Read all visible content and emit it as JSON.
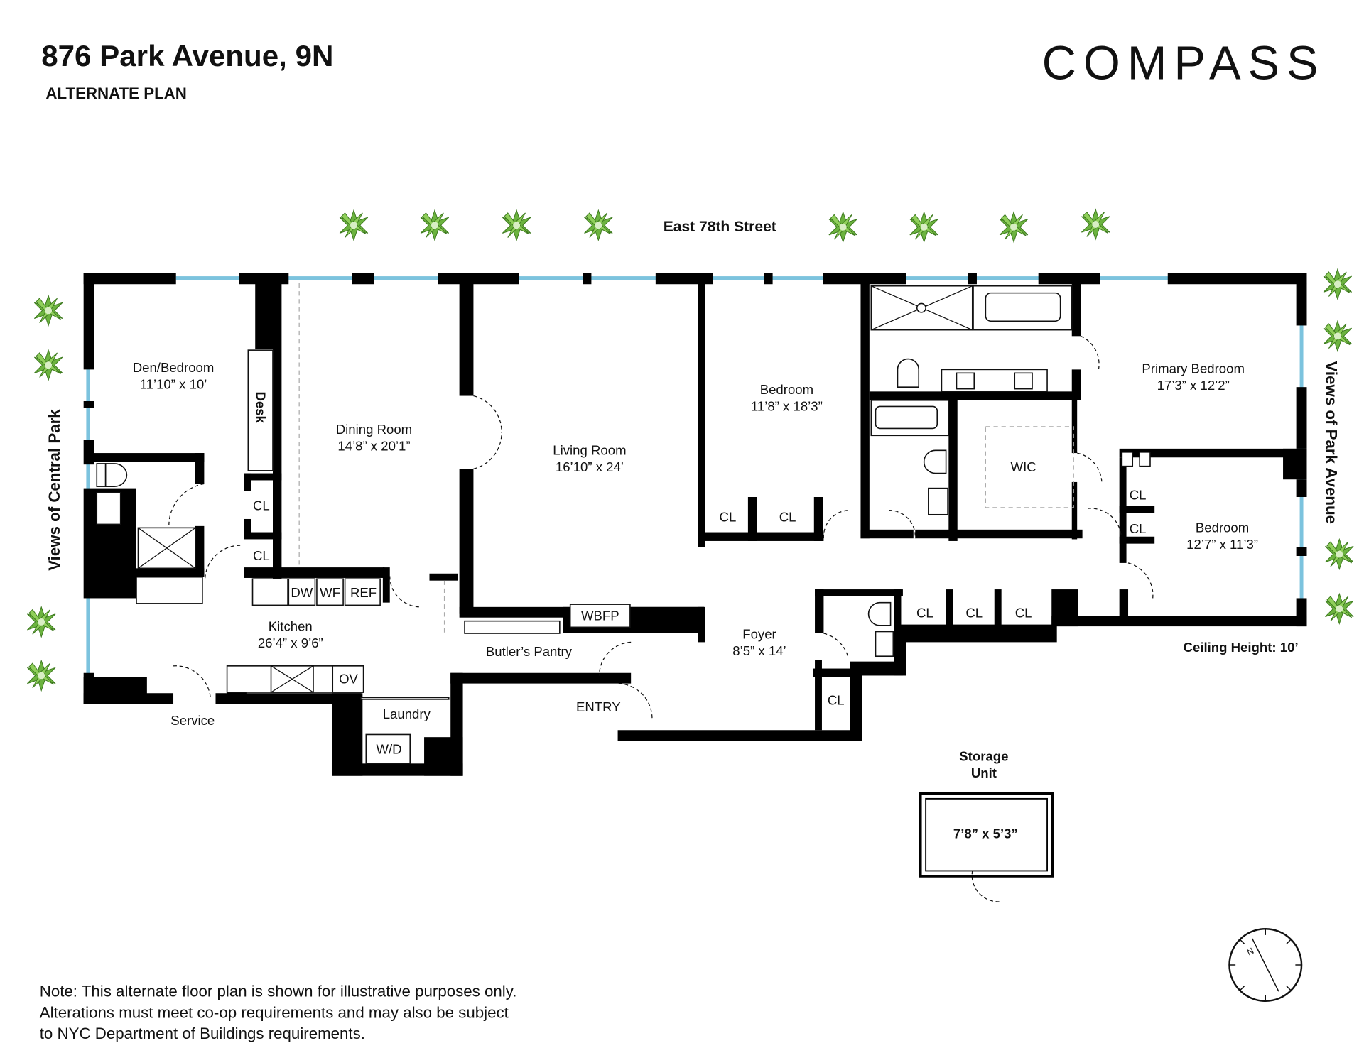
{
  "header": {
    "title": "876 Park Avenue, 9N",
    "subtitle": "ALTERNATE PLAN",
    "logo": "COMPASS"
  },
  "street": "East 78th Street",
  "views_left": "Views of Central Park",
  "views_right": "Views of Park Avenue",
  "rooms": [
    {
      "name": "Den/Bedroom",
      "dims": "11’10” x 10’"
    },
    {
      "name": "Dining Room",
      "dims": "14’8” x 20’1”"
    },
    {
      "name": "Living Room",
      "dims": "16’10” x 24’"
    },
    {
      "name": "Bedroom",
      "dims": "11’8” x 18’3”"
    },
    {
      "name": "Primary Bedroom",
      "dims": "17’3” x 12’2”"
    },
    {
      "name": "WIC",
      "dims": ""
    },
    {
      "name": "Bedroom",
      "dims": "12’7” x 11’3”"
    },
    {
      "name": "Kitchen",
      "dims": "26’4” x 9’6”"
    },
    {
      "name": "Foyer",
      "dims": "8’5” x 14’"
    },
    {
      "name": "Storage Unit",
      "name_line1": "Storage",
      "name_line2": "Unit",
      "dims": "7’8” x 5’3”"
    }
  ],
  "labels": {
    "butlers_pantry": "Butler’s Pantry",
    "service": "Service",
    "laundry": "Laundry",
    "entry": "ENTRY",
    "wd": "W/D",
    "ov": "OV",
    "dw": "DW",
    "wf": "WF",
    "ref": "REF",
    "wbfp": "WBFP",
    "desk": "Desk",
    "closet": "CL",
    "ceiling": "Ceiling Height: 10’"
  },
  "note": [
    "Note: This alternate floor plan is shown for illustrative purposes only.",
    "Alterations must meet co-op requirements and may also be subject",
    "to NYC Department of Buildings requirements."
  ],
  "colors": {
    "window": "#7cc3de",
    "tree": "#6cb33f",
    "wall": "#000000"
  },
  "icons": [
    "tree-icon",
    "compass-rose-icon",
    "toilet-icon",
    "sink-icon",
    "bathtub-icon",
    "shower-icon",
    "range-icon"
  ]
}
